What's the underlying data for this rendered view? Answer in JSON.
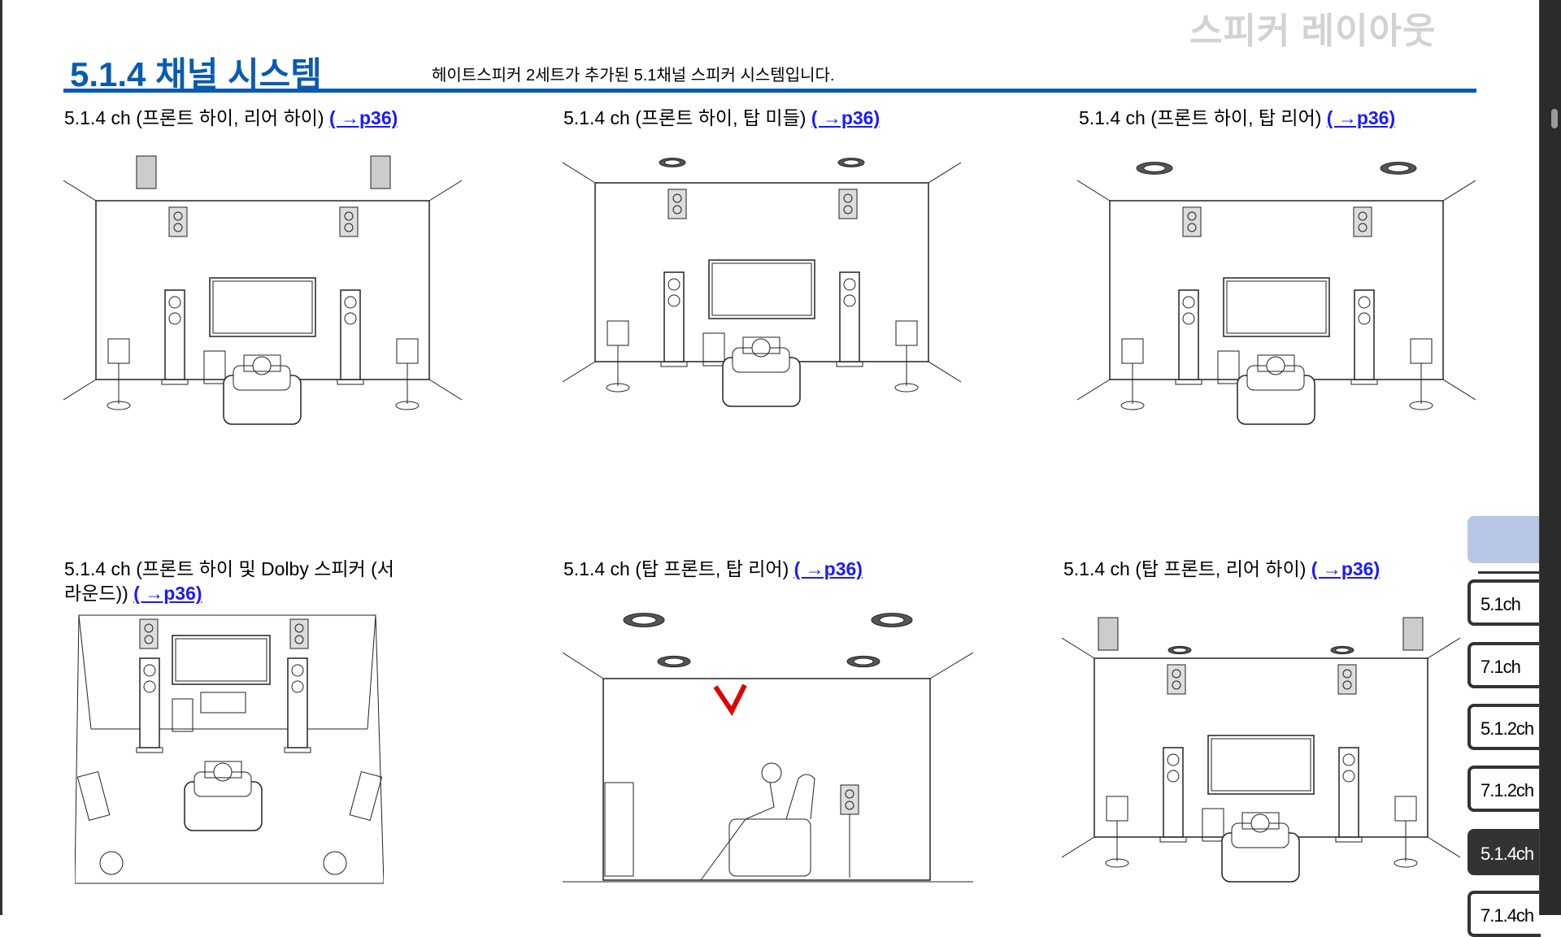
{
  "header": {
    "section_label": "스피커 레이아웃",
    "title": "5.1.4 채널 시스템",
    "subtitle": "헤이트스피커 2세트가 추가된 5.1채널 스피커 시스템입니다."
  },
  "layouts": [
    {
      "caption": "5.1.4 ch (프론트 하이, 리어 하이)",
      "link": "( →p36)"
    },
    {
      "caption": "5.1.4 ch (프론트 하이, 탑 미들)",
      "link": "( →p36)"
    },
    {
      "caption": "5.1.4 ch (프론트 하이, 탑 리어)",
      "link": "( →p36)"
    },
    {
      "caption": "5.1.4 ch (프론트 하이 및 Dolby 스피커 (서라운드))",
      "link": "( →p36)"
    },
    {
      "caption": "5.1.4 ch (탑 프론트, 탑 리어)",
      "link": "( →p36)"
    },
    {
      "caption": "5.1.4 ch (탑 프론트, 리어 하이)",
      "link": "( →p36)"
    }
  ],
  "tabs": [
    {
      "label": "5.1ch",
      "active": false
    },
    {
      "label": "7.1ch",
      "active": false
    },
    {
      "label": "5.1.2ch",
      "active": false
    },
    {
      "label": "7.1.2ch",
      "active": false
    },
    {
      "label": "5.1.4ch",
      "active": true
    },
    {
      "label": "7.1.4ch",
      "active": false
    }
  ],
  "colors": {
    "accent": "#0a5bb0",
    "link": "#1a1aff",
    "annotation": "#e00000"
  }
}
